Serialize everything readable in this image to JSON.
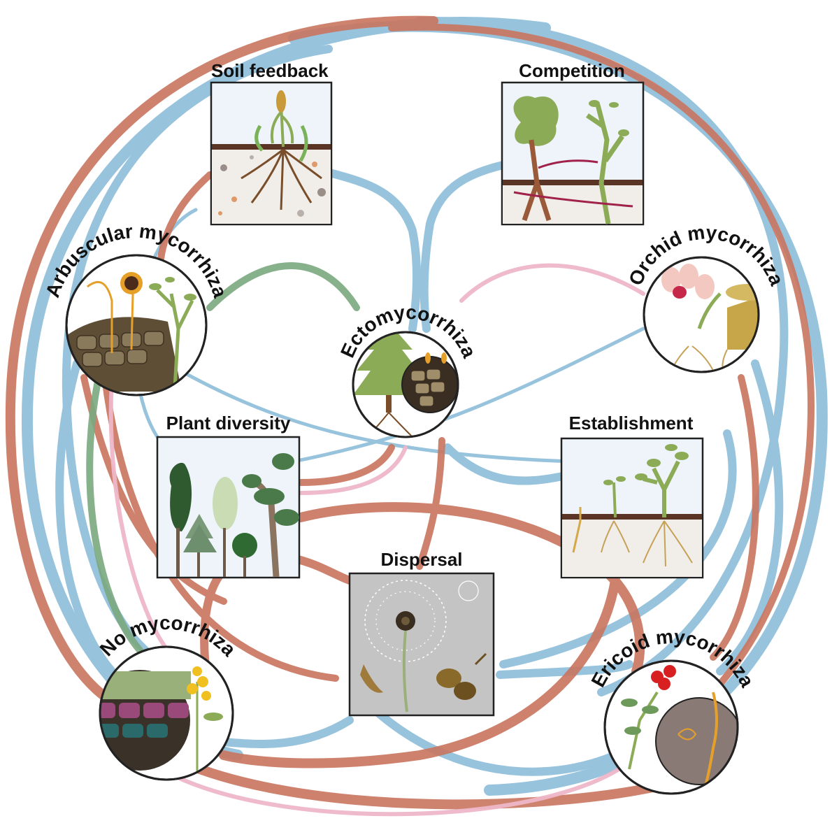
{
  "colors": {
    "positive": "#c9755f",
    "neutral": "#86b9d8",
    "mutualist": "#7aa87e",
    "weak": "#eeb6c8",
    "frame": "#222222",
    "panel_sky": "#eef4f9",
    "soil": "#5a3424"
  },
  "nodes": {
    "soil_feedback": "Soil feedback",
    "competition": "Competition",
    "arbuscular": "Arbuscular mycorrhiza",
    "ectomycorrhiza": "Ectomycorrhiza",
    "orchid": "Orchid mycorrhiza",
    "plant_diversity": "Plant diversity",
    "establishment": "Establishment",
    "dispersal": "Dispersal",
    "no_mycorrhiza": "No mycorrhiza",
    "ericoid": "Ericoid mycorrhiza"
  },
  "icons": {
    "soil_feedback": "wheat-plant-icon",
    "competition": "competing-trees-icon",
    "arbuscular": "arbuscular-root-icon",
    "ectomycorrhiza": "conifer-root-icon",
    "orchid": "orchid-flower-icon",
    "plant_diversity": "tree-community-icon",
    "establishment": "seedlings-icon",
    "dispersal": "dandelion-seed-icon",
    "no_mycorrhiza": "flowering-herb-icon",
    "ericoid": "berry-shrub-icon"
  }
}
